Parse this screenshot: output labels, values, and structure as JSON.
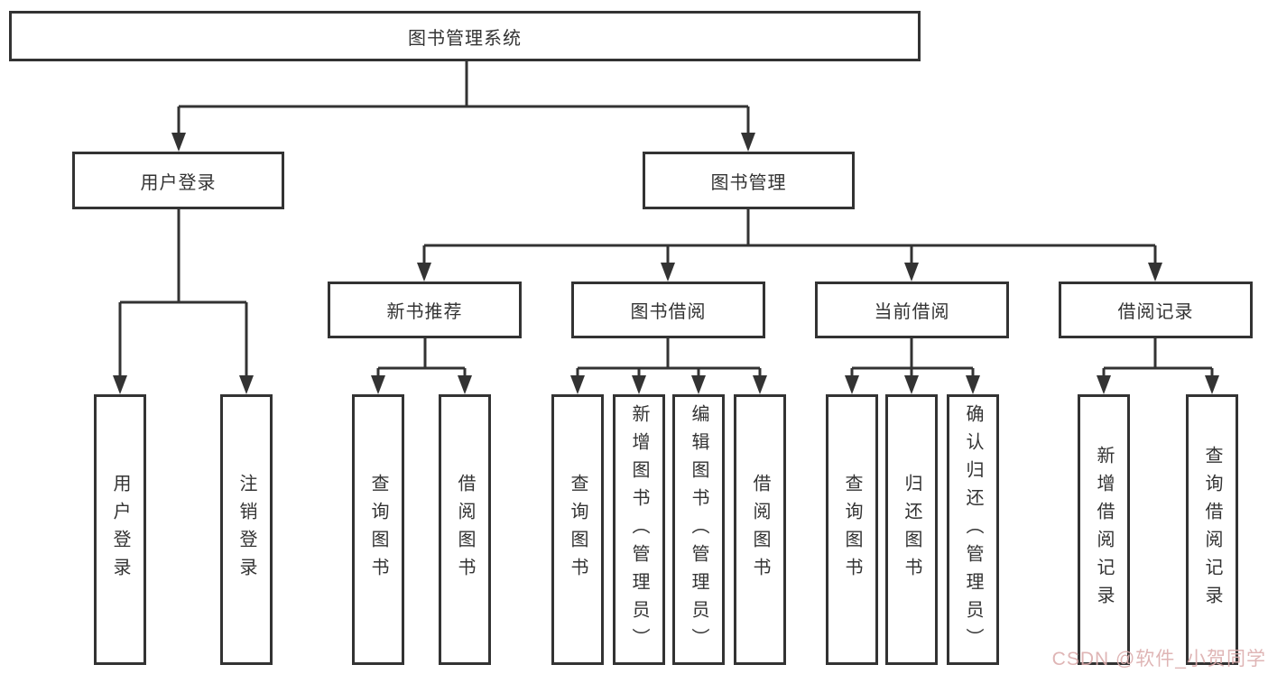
{
  "colors": {
    "line": "#333333",
    "text": "#333333",
    "background": "#ffffff",
    "watermark": "#dcaeae"
  },
  "watermark": "CSDN @软件_小贺同学",
  "tree": {
    "root": "图书管理系统",
    "branches": {
      "user": "用户登录",
      "book": "图书管理"
    },
    "sections": {
      "recommend": "新书推荐",
      "borrow": "图书借阅",
      "current": "当前借阅",
      "record": "借阅记录"
    },
    "leaves": {
      "user": [
        "用户登录",
        "注销登录"
      ],
      "recommend": [
        "查询图书",
        "借阅图书"
      ],
      "borrow": [
        "查询图书",
        "新增图书（管理员）",
        "编辑图书（管理员）",
        "借阅图书"
      ],
      "current": [
        "查询图书",
        "归还图书",
        "确认归还（管理员）"
      ],
      "record": [
        "新增借阅记录",
        "查询借阅记录"
      ]
    }
  }
}
